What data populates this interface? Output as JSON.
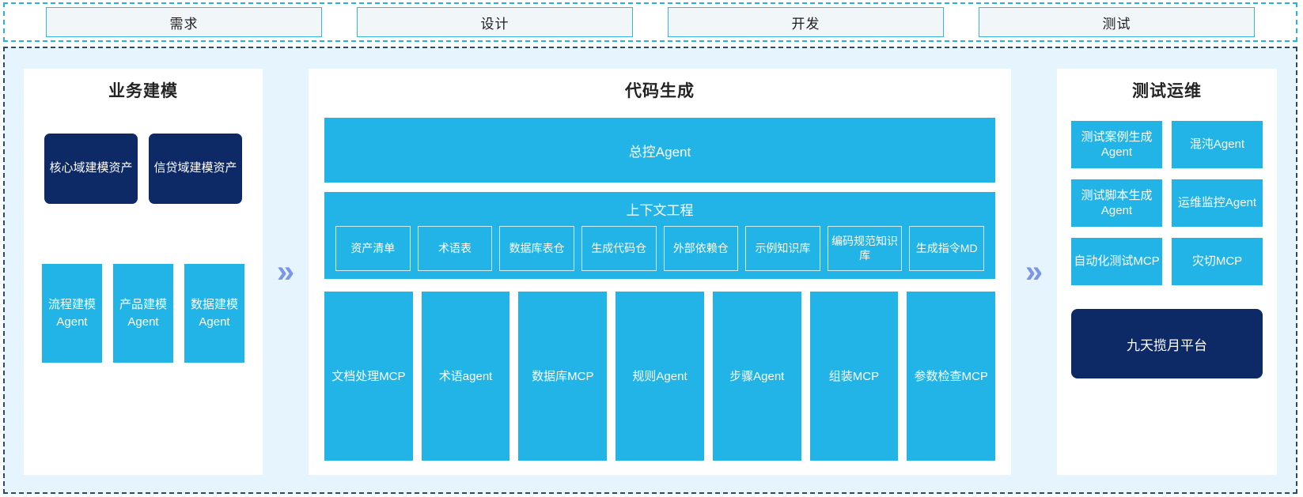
{
  "phases": {
    "items": [
      {
        "label": "需求"
      },
      {
        "label": "设计"
      },
      {
        "label": "开发"
      },
      {
        "label": "测试"
      }
    ]
  },
  "separators": {
    "chevron_glyph": "»"
  },
  "left_panel": {
    "title": "业务建模",
    "assets": [
      {
        "label": "核心域建模资产"
      },
      {
        "label": "信贷域建模资产"
      }
    ],
    "agents": [
      {
        "label": "流程建模Agent"
      },
      {
        "label": "产品建模Agent"
      },
      {
        "label": "数据建模Agent"
      }
    ]
  },
  "center_panel": {
    "title": "代码生成",
    "master_agent": "总控Agent",
    "context": {
      "title": "上下文工程",
      "items": [
        {
          "label": "资产清单"
        },
        {
          "label": "术语表"
        },
        {
          "label": "数据库表仓"
        },
        {
          "label": "生成代码仓"
        },
        {
          "label": "外部依赖仓"
        },
        {
          "label": "示例知识库"
        },
        {
          "label": "编码规范知识库"
        },
        {
          "label": "生成指令MD"
        }
      ]
    },
    "tools": [
      {
        "label": "文档处理MCP"
      },
      {
        "label": "术语agent"
      },
      {
        "label": "数据库MCP"
      },
      {
        "label": "规则Agent"
      },
      {
        "label": "步骤Agent"
      },
      {
        "label": "组装MCP"
      },
      {
        "label": "参数检查MCP"
      }
    ]
  },
  "right_panel": {
    "title": "测试运维",
    "cards": [
      {
        "label": "测试案例生成Agent"
      },
      {
        "label": "混沌Agent"
      },
      {
        "label": "测试脚本生成Agent"
      },
      {
        "label": "运维监控Agent"
      },
      {
        "label": "自动化测试MCP"
      },
      {
        "label": "灾切MCP"
      }
    ],
    "platform": "九天揽月平台"
  },
  "colors": {
    "cyan": "#22b4e6",
    "navy": "#0e2a66",
    "panel_bg": "#e6f4fd",
    "chevron": "#7b95e8",
    "phase_border": "#3ab3de",
    "phase_fill": "#f1f6f9"
  }
}
